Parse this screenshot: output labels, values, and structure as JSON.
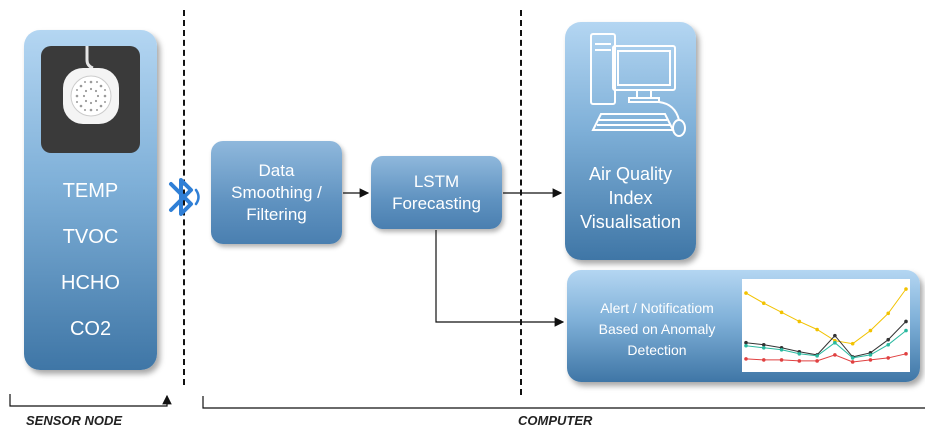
{
  "sensor_node": {
    "readings": [
      "TEMP",
      "TVOC",
      "HCHO",
      "CO2"
    ],
    "label": "SENSOR NODE"
  },
  "computer": {
    "label": "COMPUTER"
  },
  "icons": {
    "wireless": "bluetooth-icon",
    "computer": "desktop-computer-icon",
    "sensor": "air-sensor-device-icon"
  },
  "process": {
    "smoothing": [
      "Data",
      "Smoothing /",
      "Filtering"
    ],
    "lstm": [
      "LSTM",
      "Forecasting"
    ],
    "aqi": [
      "Air Quality",
      "Index",
      "Visualisation"
    ],
    "alert": [
      "Alert / Notificatiom",
      "Based on Anomaly",
      "Detection"
    ]
  },
  "mini_chart": {
    "series": [
      {
        "color": "#f2c200",
        "values": [
          7.2,
          6.2,
          5.3,
          4.4,
          3.6,
          2.5,
          2.2,
          3.5,
          5.2,
          7.6
        ]
      },
      {
        "color": "#333333",
        "values": [
          2.3,
          2.1,
          1.8,
          1.4,
          1.1,
          3.0,
          0.9,
          1.3,
          2.6,
          4.4
        ]
      },
      {
        "color": "#2ab9a0",
        "values": [
          2.0,
          1.8,
          1.6,
          1.2,
          1.0,
          2.3,
          0.8,
          1.1,
          2.1,
          3.5
        ]
      },
      {
        "color": "#e04040",
        "values": [
          0.7,
          0.6,
          0.6,
          0.5,
          0.5,
          1.1,
          0.4,
          0.6,
          0.8,
          1.2
        ]
      }
    ],
    "ylim": [
      0,
      8
    ]
  }
}
